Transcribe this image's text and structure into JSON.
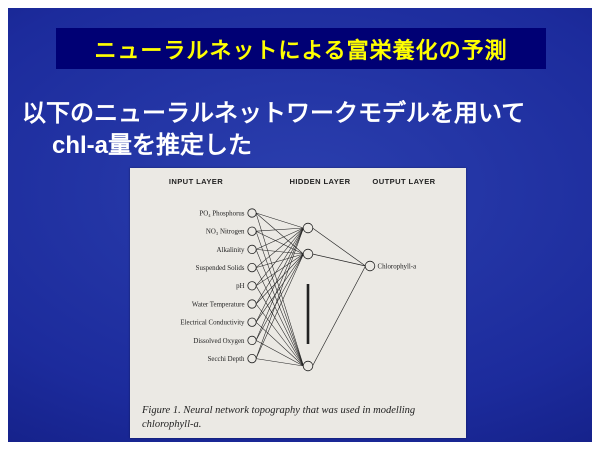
{
  "slide": {
    "title": "ニューラルネットによる富栄養化の予測",
    "body_line1": "以下のニューラルネットワークモデルを用いて",
    "body_line2": "chl-a量を推定した"
  },
  "figure": {
    "headers": [
      "INPUT LAYER",
      "HIDDEN LAYER",
      "OUTPUT LAYER"
    ],
    "input_labels": [
      "PO₄ Phosphorus",
      "NO₃ Nitrogen",
      "Alkalinity",
      "Suspended Solids",
      "pH",
      "Water Temperature",
      "Electrical Conductivity",
      "Dissolved Oxygen",
      "Secchi Depth"
    ],
    "hidden_nodes_shown": 3,
    "output_label": "Chlorophyll-a",
    "caption": "Figure 1.  Neural network topography that was used in modelling chlorophyll-a."
  },
  "colors": {
    "slide_bg_mid": "#2b3fae",
    "slide_bg_main": "#1c2b9c",
    "slide_bg_edge": "#0d1674",
    "title_bg": "#000074",
    "title_text": "#ffff00",
    "body_text": "#ffffff",
    "figure_bg": "#ebe9e4",
    "figure_ink": "#222222"
  }
}
